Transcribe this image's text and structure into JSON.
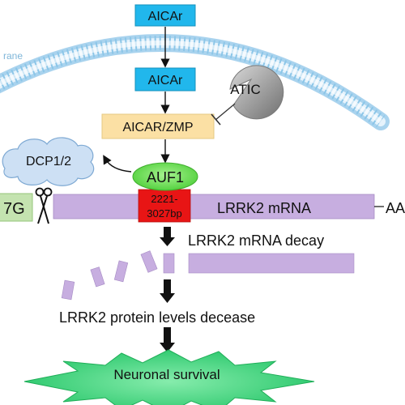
{
  "membrane": {
    "label_fragment": "rane"
  },
  "nodes": {
    "aicar_outside": "AICAr",
    "aicar_inside": "AICAr",
    "aicar_zmp": "AICAR/ZMP",
    "atic": "ATIC",
    "auf1": "AUF1",
    "dcp12": "DCP1/2",
    "m7g_cap": "7G",
    "region_line1": "2221-",
    "region_line2": "3027bp",
    "mrna_label": "LRRK2 mRNA",
    "polya_tail": "AA",
    "decay_label": "LRRK2 mRNA decay",
    "protein_label": "LRRK2 protein levels decease",
    "survival": "Neuronal survival"
  },
  "colors": {
    "aicar_box": "#21b7ec",
    "zmp_box": "#fbe0a4",
    "auf1_oval": "#6fe05a",
    "mrna_bar": "#c7aee0",
    "region_box": "#e81515",
    "atic_dark": "#8a8a8a",
    "dcp_cloud": "#cde0f4",
    "cap_box": "#c4e3b0",
    "survival_burst": "#3fd47c",
    "membrane": "#a9d3ee"
  },
  "icons": {
    "scissors": "scissors-icon",
    "inhibition": "t-bar-inhibition-icon"
  }
}
